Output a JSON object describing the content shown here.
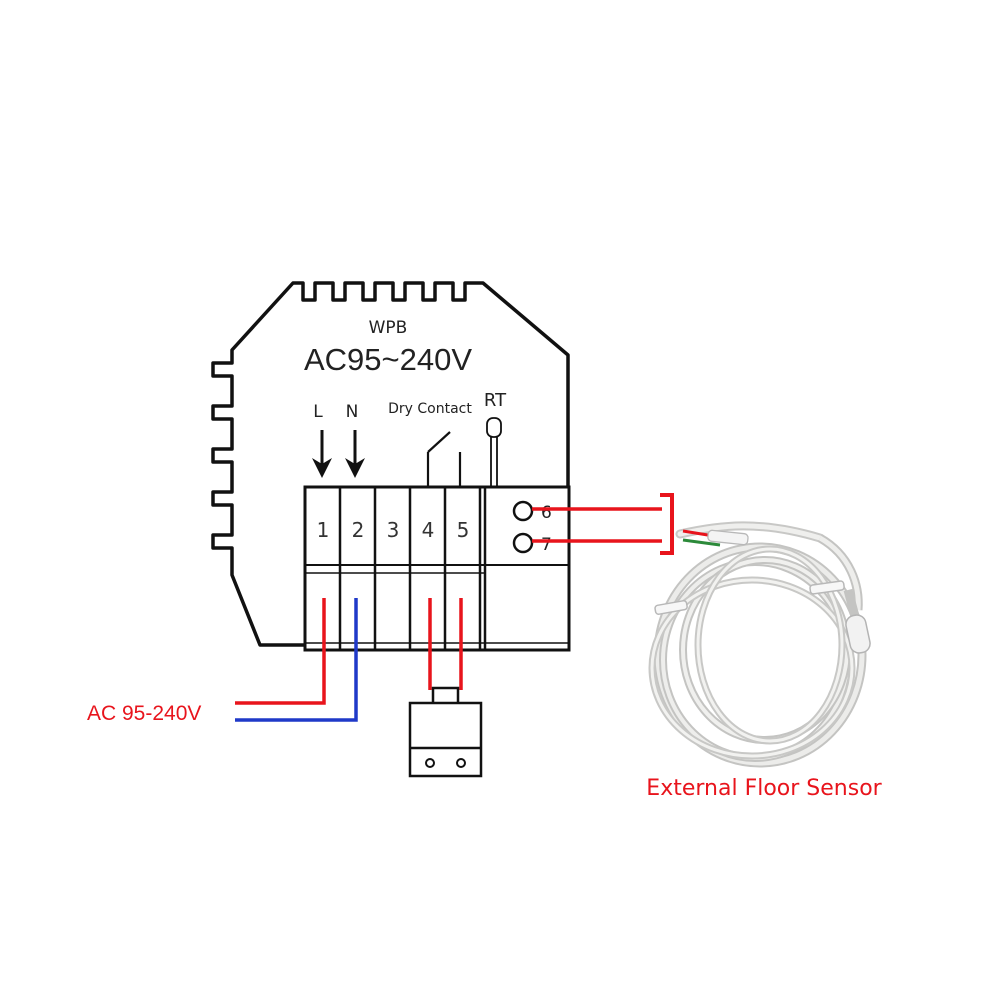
{
  "device": {
    "brand": "WPB",
    "voltage_rating": "AC95~240V",
    "input_labels": {
      "live": "L",
      "neutral": "N"
    },
    "dry_contact_label": "Dry Contact",
    "sensor_port_label": "RT",
    "terminals": [
      "1",
      "2",
      "3",
      "4",
      "5"
    ],
    "sensor_terminals": [
      "6",
      "7"
    ]
  },
  "power_supply": {
    "label": "AC 95-240V"
  },
  "floor_sensor": {
    "label": "External Floor Sensor"
  },
  "colors": {
    "outline": "#111111",
    "live_wire": "#e8141c",
    "neutral_wire": "#1f39c8",
    "label_red": "#e8141c",
    "cable": "#e4e4e2"
  }
}
